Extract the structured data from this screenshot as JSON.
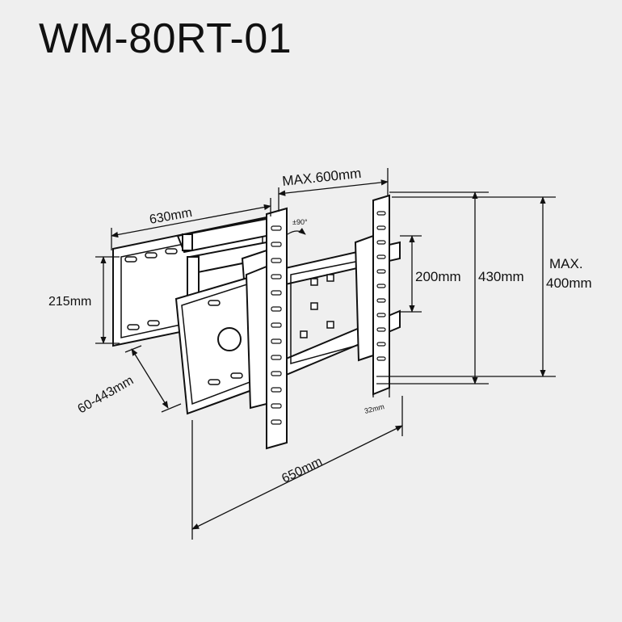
{
  "title": "WM-80RT-01",
  "dimensions": {
    "max_width": "MAX.600mm",
    "depth_630": "630mm",
    "tilt": "±90°",
    "height_215": "215mm",
    "extension": "60-443mm",
    "spacing_200": "200mm",
    "spacing_430": "430mm",
    "max_height_line1": "MAX.",
    "max_height_line2": "400mm",
    "profile_32": "32mm",
    "length_650": "650mm"
  }
}
